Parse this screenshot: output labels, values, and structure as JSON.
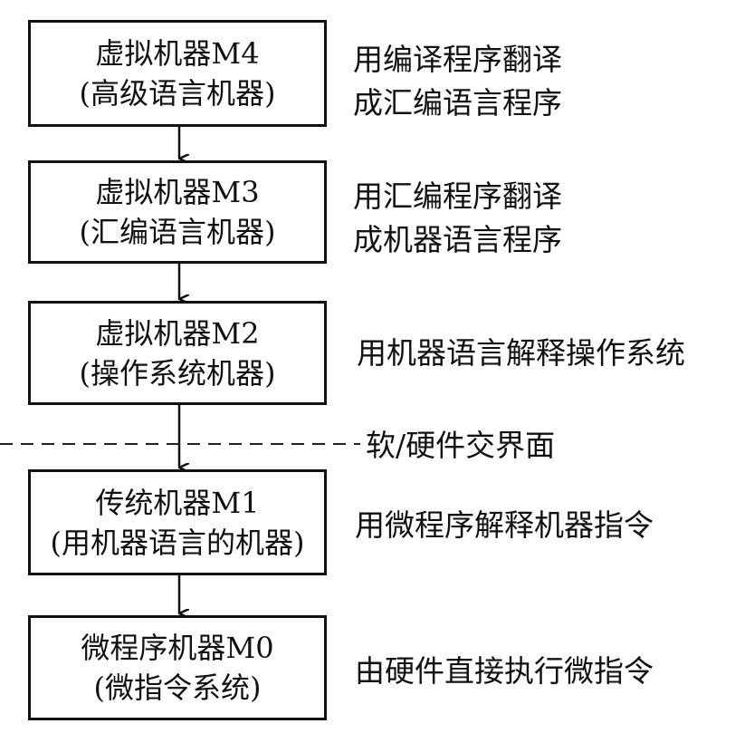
{
  "boxes": [
    {
      "line1": "虚拟机器M4",
      "line2": "(高级语言机器)"
    },
    {
      "line1": "虚拟机器M3",
      "line2": "(汇编语言机器)"
    },
    {
      "line1": "虚拟机器M2",
      "line2": "(操作系统机器)"
    },
    {
      "line1": "传统机器M1",
      "line2": "(用机器语言的机器)"
    },
    {
      "line1": "微程序机器M0",
      "line2": "(微指令系统)"
    }
  ],
  "notes": [
    {
      "line1": "用编译程序翻译",
      "line2": "成汇编语言程序"
    },
    {
      "line1": "用汇编程序翻译",
      "line2": "成机器语言程序"
    },
    {
      "line1": "用机器语言解释操作系统"
    },
    {
      "line1": "用微程序解释机器指令"
    },
    {
      "line1": "由硬件直接执行微指令"
    }
  ],
  "boundary_label": "软/硬件交界面"
}
